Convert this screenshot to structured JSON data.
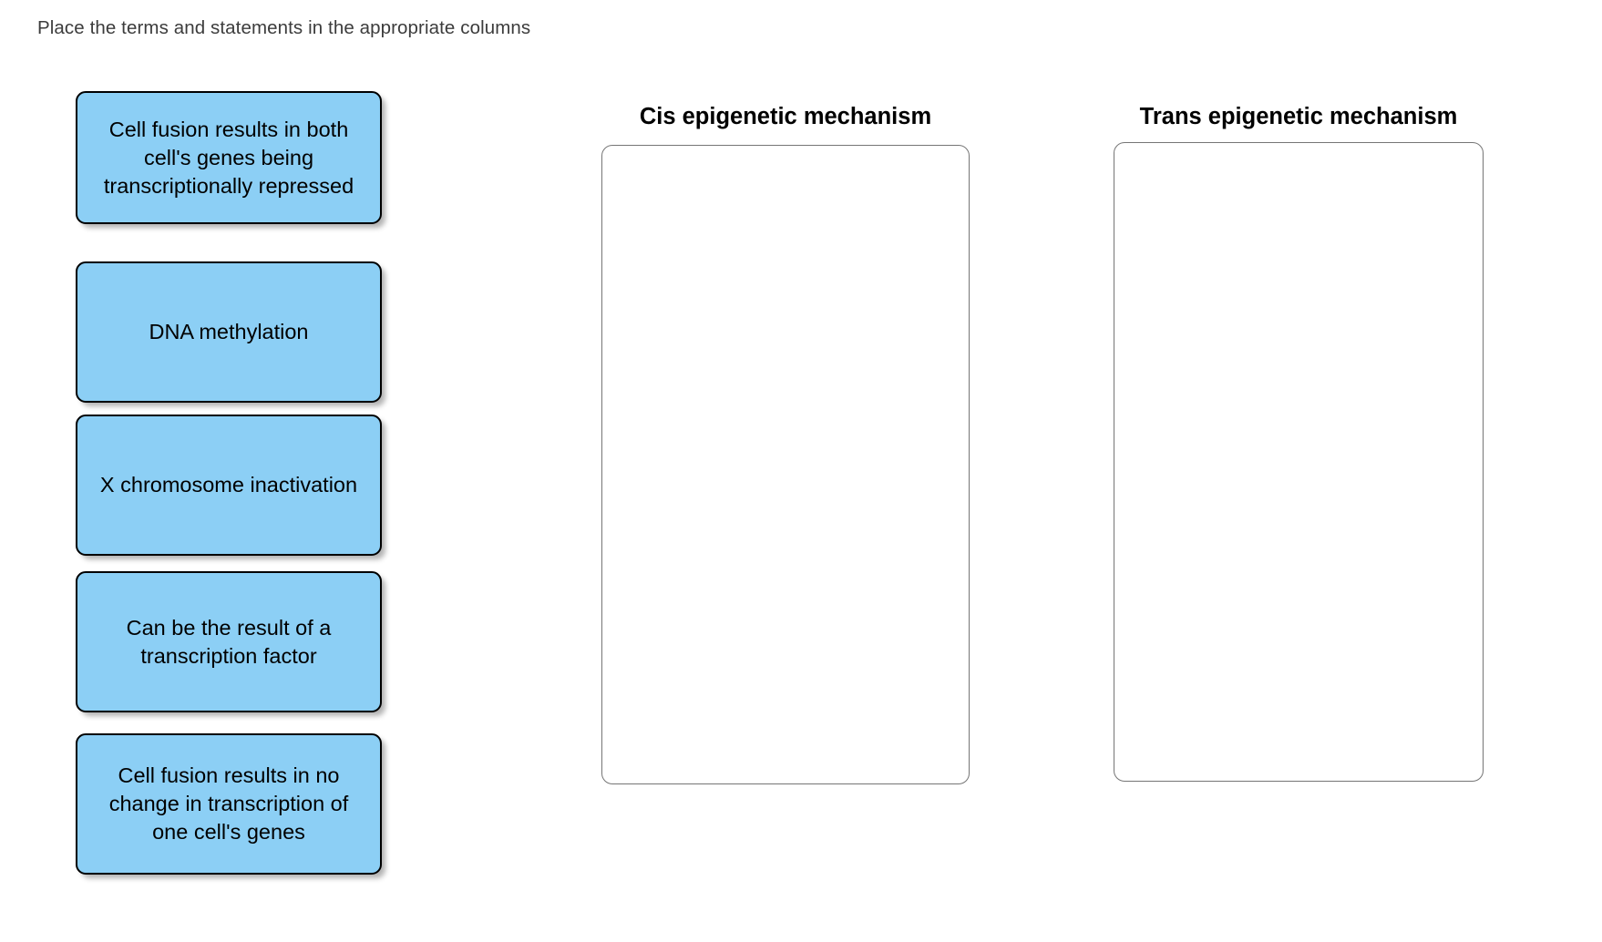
{
  "prompt": "Place the terms and statements in the appropriate columns",
  "colors": {
    "token_fill": "#8ccff5",
    "token_border": "#000000",
    "dropzone_border": "#757575",
    "page_background": "#ffffff",
    "prompt_text": "#3c3c3c"
  },
  "token_bank": {
    "tokens": [
      {
        "id": "token-cell-fusion-repressed",
        "label": "Cell fusion results in both cell's genes being transcriptionally repressed"
      },
      {
        "id": "token-dna-methylation",
        "label": "DNA methylation"
      },
      {
        "id": "token-x-chromosome-inactivation",
        "label": "X chromosome inactivation"
      },
      {
        "id": "token-transcription-factor",
        "label": "Can be the result of a transcription factor"
      },
      {
        "id": "token-cell-fusion-no-change",
        "label": "Cell fusion results in no change in transcription of one cell's genes"
      }
    ]
  },
  "categories": [
    {
      "id": "cis",
      "title": "Cis epigenetic mechanism",
      "dropped_items": []
    },
    {
      "id": "trans",
      "title": "Trans epigenetic mechanism",
      "dropped_items": []
    }
  ]
}
